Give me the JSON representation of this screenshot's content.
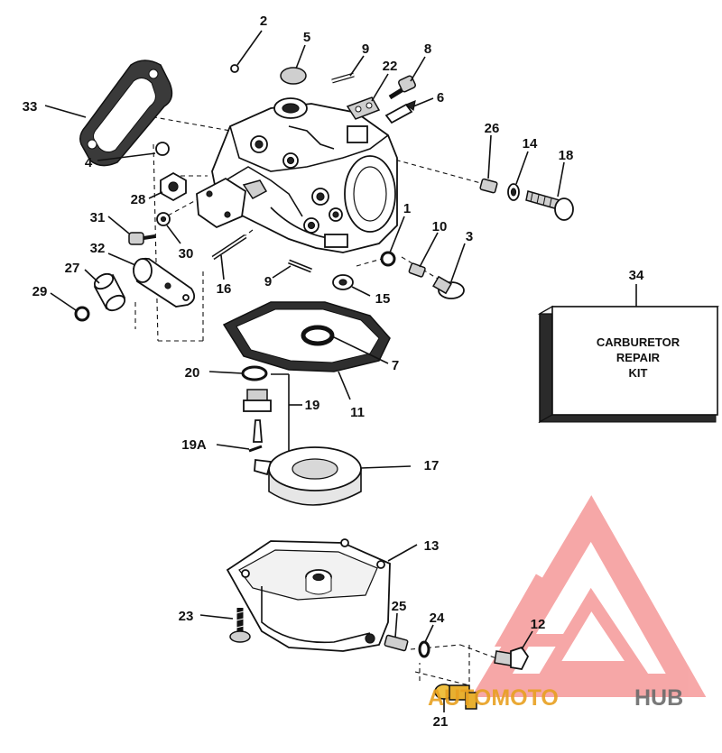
{
  "diagram": {
    "callouts": [
      {
        "id": "c2",
        "text": "2"
      },
      {
        "id": "c5",
        "text": "5"
      },
      {
        "id": "c9a",
        "text": "9"
      },
      {
        "id": "c22",
        "text": "22"
      },
      {
        "id": "c8",
        "text": "8"
      },
      {
        "id": "c6",
        "text": "6"
      },
      {
        "id": "c33",
        "text": "33"
      },
      {
        "id": "c4",
        "text": "4"
      },
      {
        "id": "c26",
        "text": "26"
      },
      {
        "id": "c14",
        "text": "14"
      },
      {
        "id": "c18",
        "text": "18"
      },
      {
        "id": "c28",
        "text": "28"
      },
      {
        "id": "c1",
        "text": "1"
      },
      {
        "id": "c31",
        "text": "31"
      },
      {
        "id": "c30",
        "text": "30"
      },
      {
        "id": "c10",
        "text": "10"
      },
      {
        "id": "c3",
        "text": "3"
      },
      {
        "id": "c32",
        "text": "32"
      },
      {
        "id": "c27",
        "text": "27"
      },
      {
        "id": "c16",
        "text": "16"
      },
      {
        "id": "c9b",
        "text": "9"
      },
      {
        "id": "c15",
        "text": "15"
      },
      {
        "id": "c29",
        "text": "29"
      },
      {
        "id": "c34",
        "text": "34"
      },
      {
        "id": "c7",
        "text": "7"
      },
      {
        "id": "c20",
        "text": "20"
      },
      {
        "id": "c11",
        "text": "11"
      },
      {
        "id": "c19",
        "text": "19"
      },
      {
        "id": "c19a",
        "text": "19A"
      },
      {
        "id": "c17",
        "text": "17"
      },
      {
        "id": "c13",
        "text": "13"
      },
      {
        "id": "c25",
        "text": "25"
      },
      {
        "id": "c24",
        "text": "24"
      },
      {
        "id": "c23",
        "text": "23"
      },
      {
        "id": "c12",
        "text": "12"
      },
      {
        "id": "c21",
        "text": "21"
      }
    ],
    "kit_box": {
      "line1": "CARBURETOR",
      "line2": "REPAIR",
      "line3": "KIT"
    }
  },
  "watermark": {
    "prefix": "A",
    "text_main": "UTOMOTO",
    "text_suffix": "HUB",
    "colors": {
      "accent": "#e8a020",
      "dark": "#6b6b6b",
      "logo": "#f06060"
    }
  }
}
